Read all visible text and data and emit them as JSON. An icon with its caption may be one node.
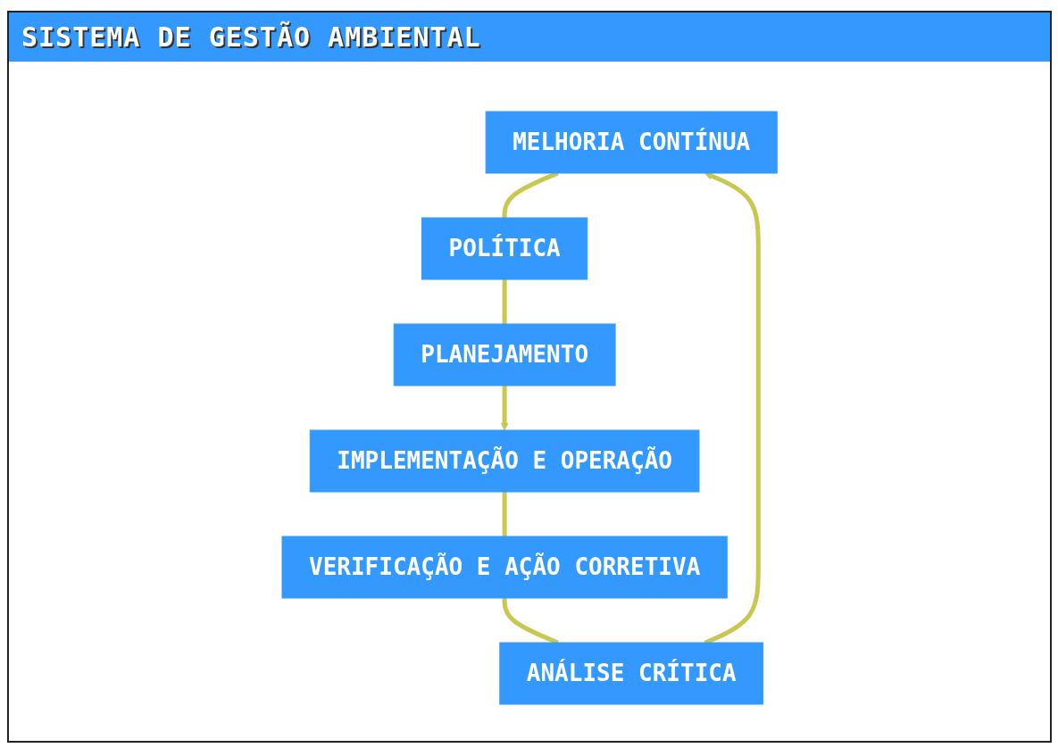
{
  "diagram": {
    "title": "SISTEMA DE GESTÃO AMBIENTAL",
    "nodes": [
      {
        "text": [
          "MELHORIA CONTÍNUA"
        ]
      },
      {
        "text": [
          "ANÁLISE CRÍTICA"
        ]
      },
      {
        "text": [
          "POLÍTICA"
        ]
      },
      {
        "text": [
          "VERIFICAÇÃO E AÇÃO CORRETIVA"
        ]
      },
      {
        "text": [
          "PLANEJAMENTO"
        ]
      },
      {
        "text": [
          "IMPLEMENTAÇÃO E OPERAÇÃO"
        ]
      }
    ],
    "edges": [
      {
        "from": 0,
        "to": 2,
        "arrow": "none"
      },
      {
        "from": 2,
        "to": 4,
        "arrow": "none"
      },
      {
        "from": 4,
        "to": 5,
        "arrow": "to"
      },
      {
        "from": 5,
        "to": 3,
        "arrow": "none"
      },
      {
        "from": 3,
        "to": 1,
        "arrow": "none"
      },
      {
        "from": 1,
        "to": 0,
        "arrow": "to"
      }
    ]
  }
}
